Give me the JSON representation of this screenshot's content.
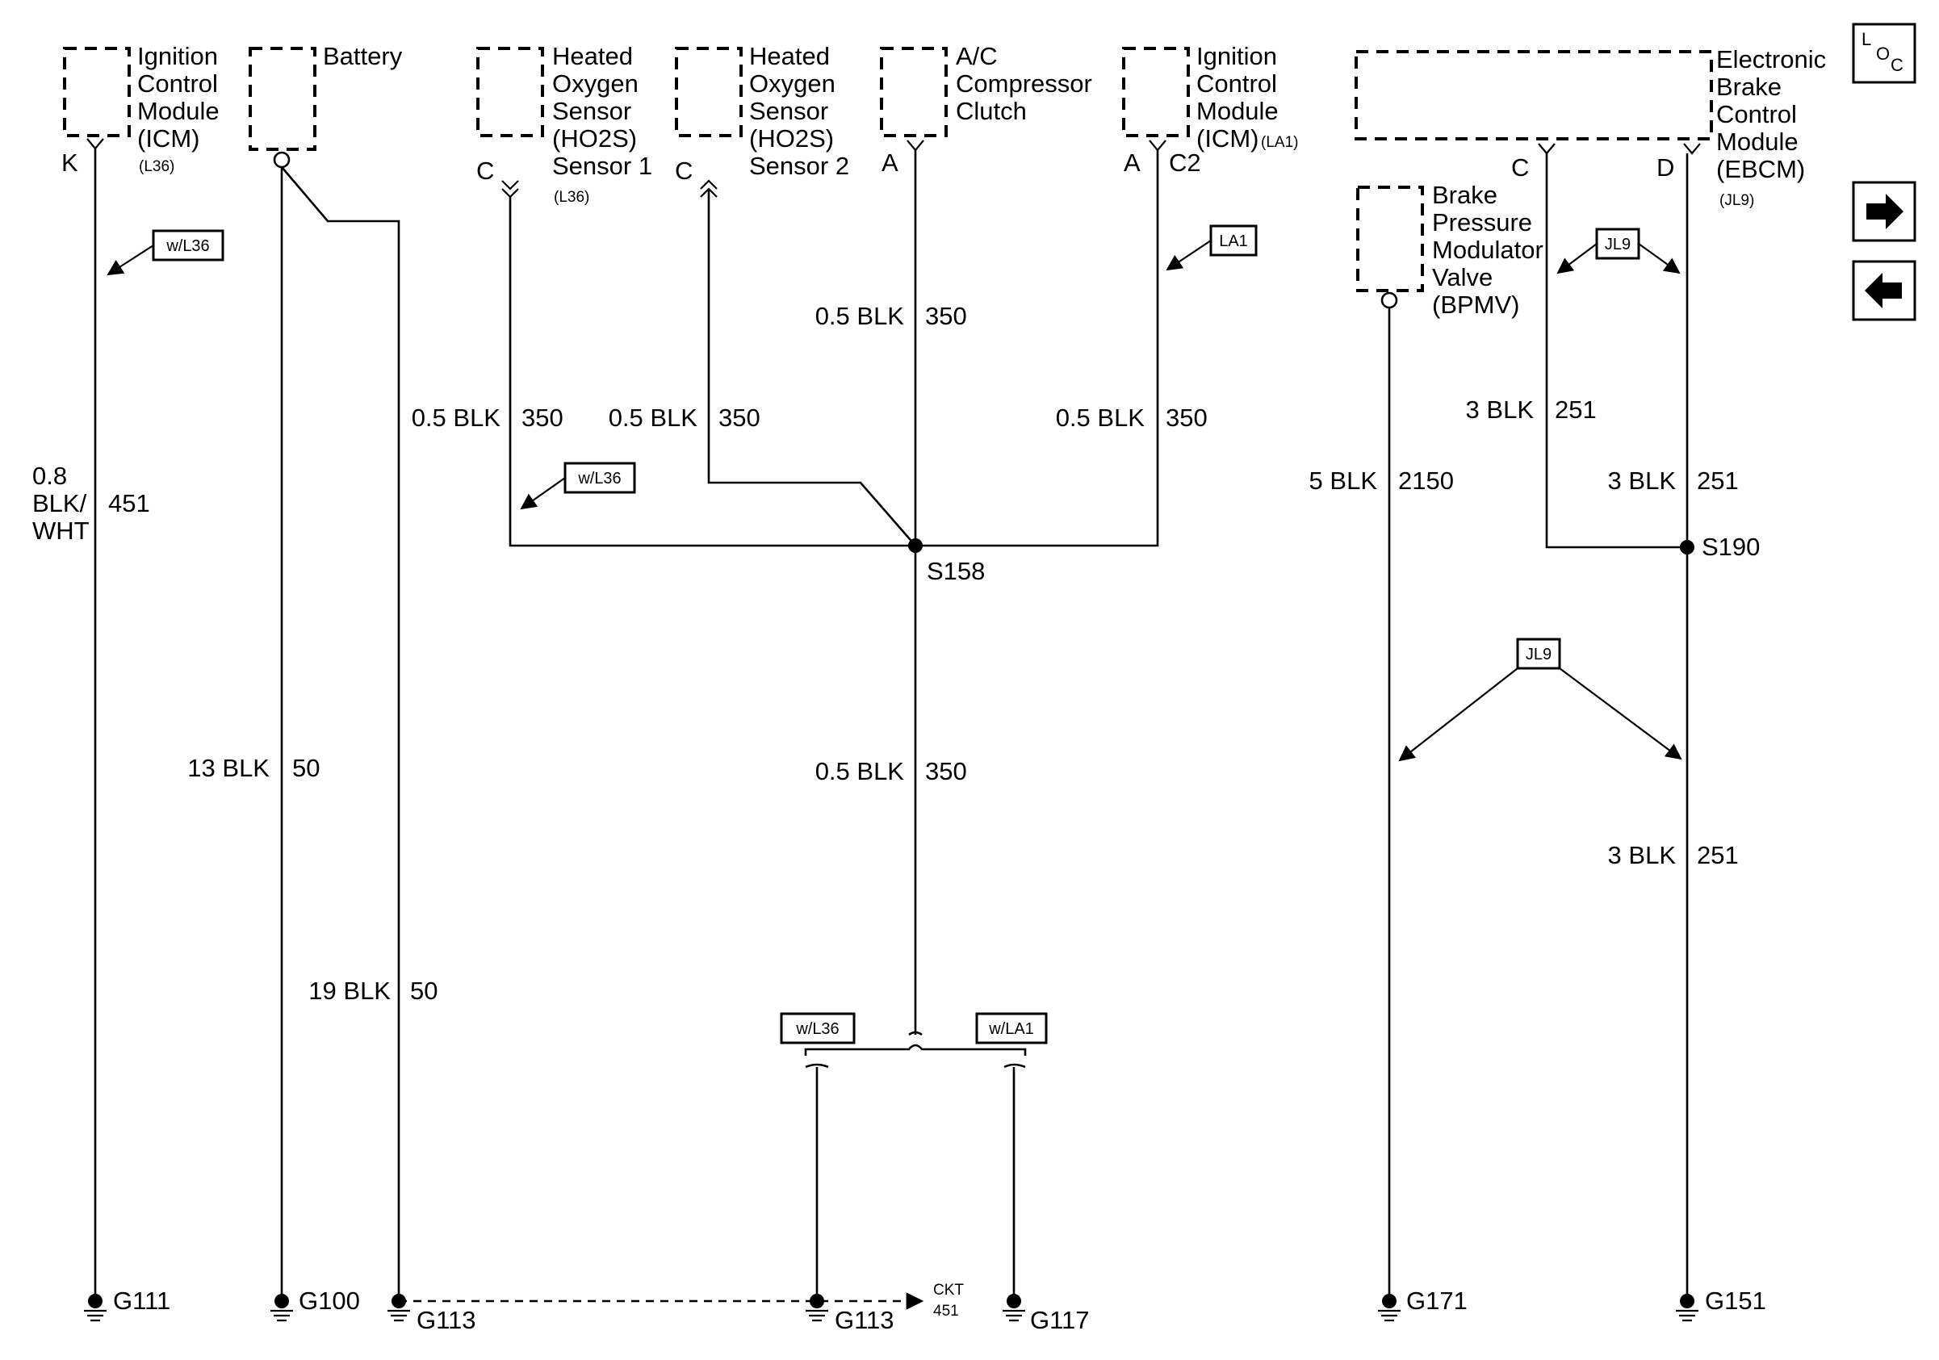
{
  "components": {
    "icm_left": {
      "lines": [
        "Ignition",
        "Control",
        "Module",
        "(ICM)"
      ],
      "option": "(L36)",
      "pin": "K"
    },
    "battery": {
      "name": "Battery"
    },
    "ho2s1": {
      "lines": [
        "Heated",
        "Oxygen",
        "Sensor",
        "(HO2S)",
        "Sensor 1"
      ],
      "option": "(L36)",
      "pin": "C"
    },
    "ho2s2": {
      "lines": [
        "Heated",
        "Oxygen",
        "Sensor",
        "(HO2S)",
        "Sensor 2"
      ],
      "pin": "C"
    },
    "ac": {
      "lines": [
        "A/C",
        "Compressor",
        "Clutch"
      ],
      "pin": "A"
    },
    "icm_right": {
      "lines": [
        "Ignition",
        "Control",
        "Module",
        "(ICM)"
      ],
      "option": "(LA1)",
      "pin": "A",
      "connector": "C2"
    },
    "ebcm": {
      "lines": [
        "Electronic",
        "Brake",
        "Control",
        "Module",
        "(EBCM)"
      ],
      "option": "(JL9)",
      "pin_c": "C",
      "pin_d": "D"
    },
    "bpmv": {
      "lines": [
        "Brake",
        "Pressure",
        "Modulator",
        "Valve",
        "(BPMV)"
      ]
    }
  },
  "wires": {
    "w451": {
      "size": [
        "0.8",
        "BLK/",
        "WHT"
      ],
      "circuit": "451"
    },
    "batt_13": {
      "size": "13 BLK",
      "circuit": "50"
    },
    "batt_19": {
      "size": "19 BLK",
      "circuit": "50"
    },
    "ho2s1": {
      "size": "0.5 BLK",
      "circuit": "350"
    },
    "ho2s2": {
      "size": "0.5 BLK",
      "circuit": "350"
    },
    "ac": {
      "size": "0.5 BLK",
      "circuit": "350"
    },
    "icm": {
      "size": "0.5 BLK",
      "circuit": "350"
    },
    "s158_down": {
      "size": "0.5 BLK",
      "circuit": "350"
    },
    "bpmv": {
      "size": "5 BLK",
      "circuit": "2150"
    },
    "ebcm_c": {
      "size": "3 BLK",
      "circuit": "251"
    },
    "ebcm_d": {
      "size": "3 BLK",
      "circuit": "251"
    },
    "s190_down": {
      "size": "3 BLK",
      "circuit": "251"
    }
  },
  "splices": {
    "s158": "S158",
    "s190": "S190"
  },
  "option_tags": {
    "wl36_a": "w/L36",
    "wl36_b": "w/L36",
    "wl36_c": "w/L36",
    "la1": "LA1",
    "wla1": "w/LA1",
    "jl9_a": "JL9",
    "jl9_b": "JL9"
  },
  "grounds": {
    "g111": "G111",
    "g100": "G100",
    "g113_a": "G113",
    "g113_b": "G113",
    "g117": "G117",
    "g171": "G171",
    "g151": "G151"
  },
  "reference": {
    "ckt_label": "CKT",
    "ckt_number": "451"
  },
  "nav": {
    "loc_letters": [
      "L",
      "O",
      "C"
    ],
    "next_icon": "arrow-right-icon",
    "prev_icon": "arrow-left-icon"
  }
}
